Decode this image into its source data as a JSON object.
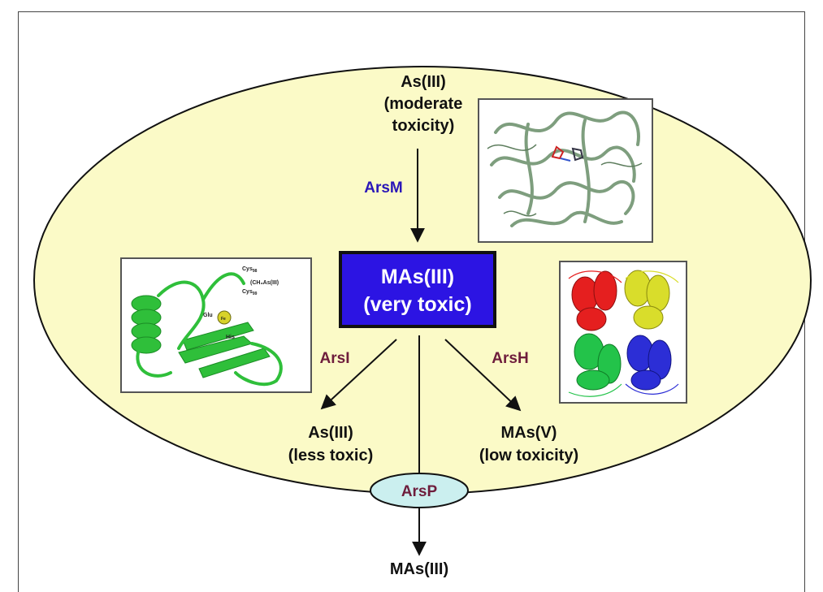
{
  "nodes": {
    "top": [
      "As(III)",
      "(moderate",
      "toxicity)"
    ],
    "center": [
      "MAs(III)",
      "(very toxic)"
    ],
    "left_product": [
      "As(III)",
      "(less toxic)"
    ],
    "right_product": [
      "MAs(V)",
      "(low toxicity)"
    ],
    "transporter": "ArsP",
    "exported": "MAs(III)"
  },
  "enzymes": {
    "arsm": "ArsM",
    "arsi": "ArsI",
    "arsh": "ArsH"
  },
  "arsi_structure_labels": {
    "cys_a": "Cys",
    "cys_a_sub": "98",
    "ligand": "(CH₃As(III)",
    "cys_b": "Cys",
    "cys_b_sub": "99",
    "glu": "Glu",
    "metal": "Fe",
    "his": "His"
  },
  "colors": {
    "cell_fill": "#fbfac7",
    "center_fill": "#2c14e3",
    "arsm_text": "#2a16b8",
    "arsi_text": "#6e1d3c",
    "transporter_fill": "#cbefef"
  }
}
